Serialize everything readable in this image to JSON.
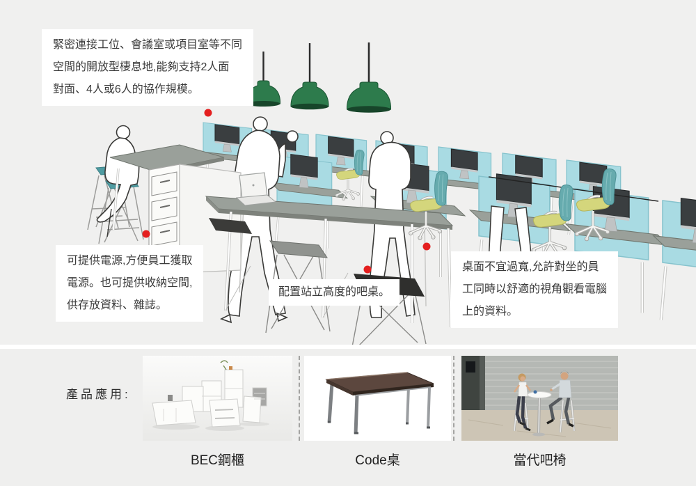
{
  "colors": {
    "page_bg": "#f0f0ef",
    "note_bg": "#ffffff",
    "note_text": "#3b3b3b",
    "lamp_green": "#2d7b4c",
    "panel_teal": "#a9dbe3",
    "desk_gray": "#9aa09a",
    "chair_seat_yellow": "#d4d67c",
    "chair_back_teal": "#66abae",
    "marker_red": "#e41f1f"
  },
  "scene": {
    "annotations": {
      "collaboration": {
        "lines": [
          "緊密連接工位、會議室或項目室等不同",
          "空間的開放型棲息地,能夠支持2人面",
          "對面、4人或6人的協作規模。"
        ]
      },
      "power_storage": {
        "lines": [
          "可提供電源,方便員工獲取",
          "電源。也可提供收納空間,",
          "供存放資料、雜誌。"
        ]
      },
      "bar_table": {
        "lines": [
          "配置站立高度的吧桌。"
        ]
      },
      "desk_width": {
        "lines": [
          "桌面不宜過寬,允許對坐的員",
          "工同時以舒適的視角觀看電腦",
          "上的資料。"
        ]
      }
    }
  },
  "products": {
    "section_label": "產品應用:",
    "items": [
      {
        "name": "BEC鋼櫃"
      },
      {
        "name": "Code桌"
      },
      {
        "name": "當代吧椅"
      }
    ]
  }
}
